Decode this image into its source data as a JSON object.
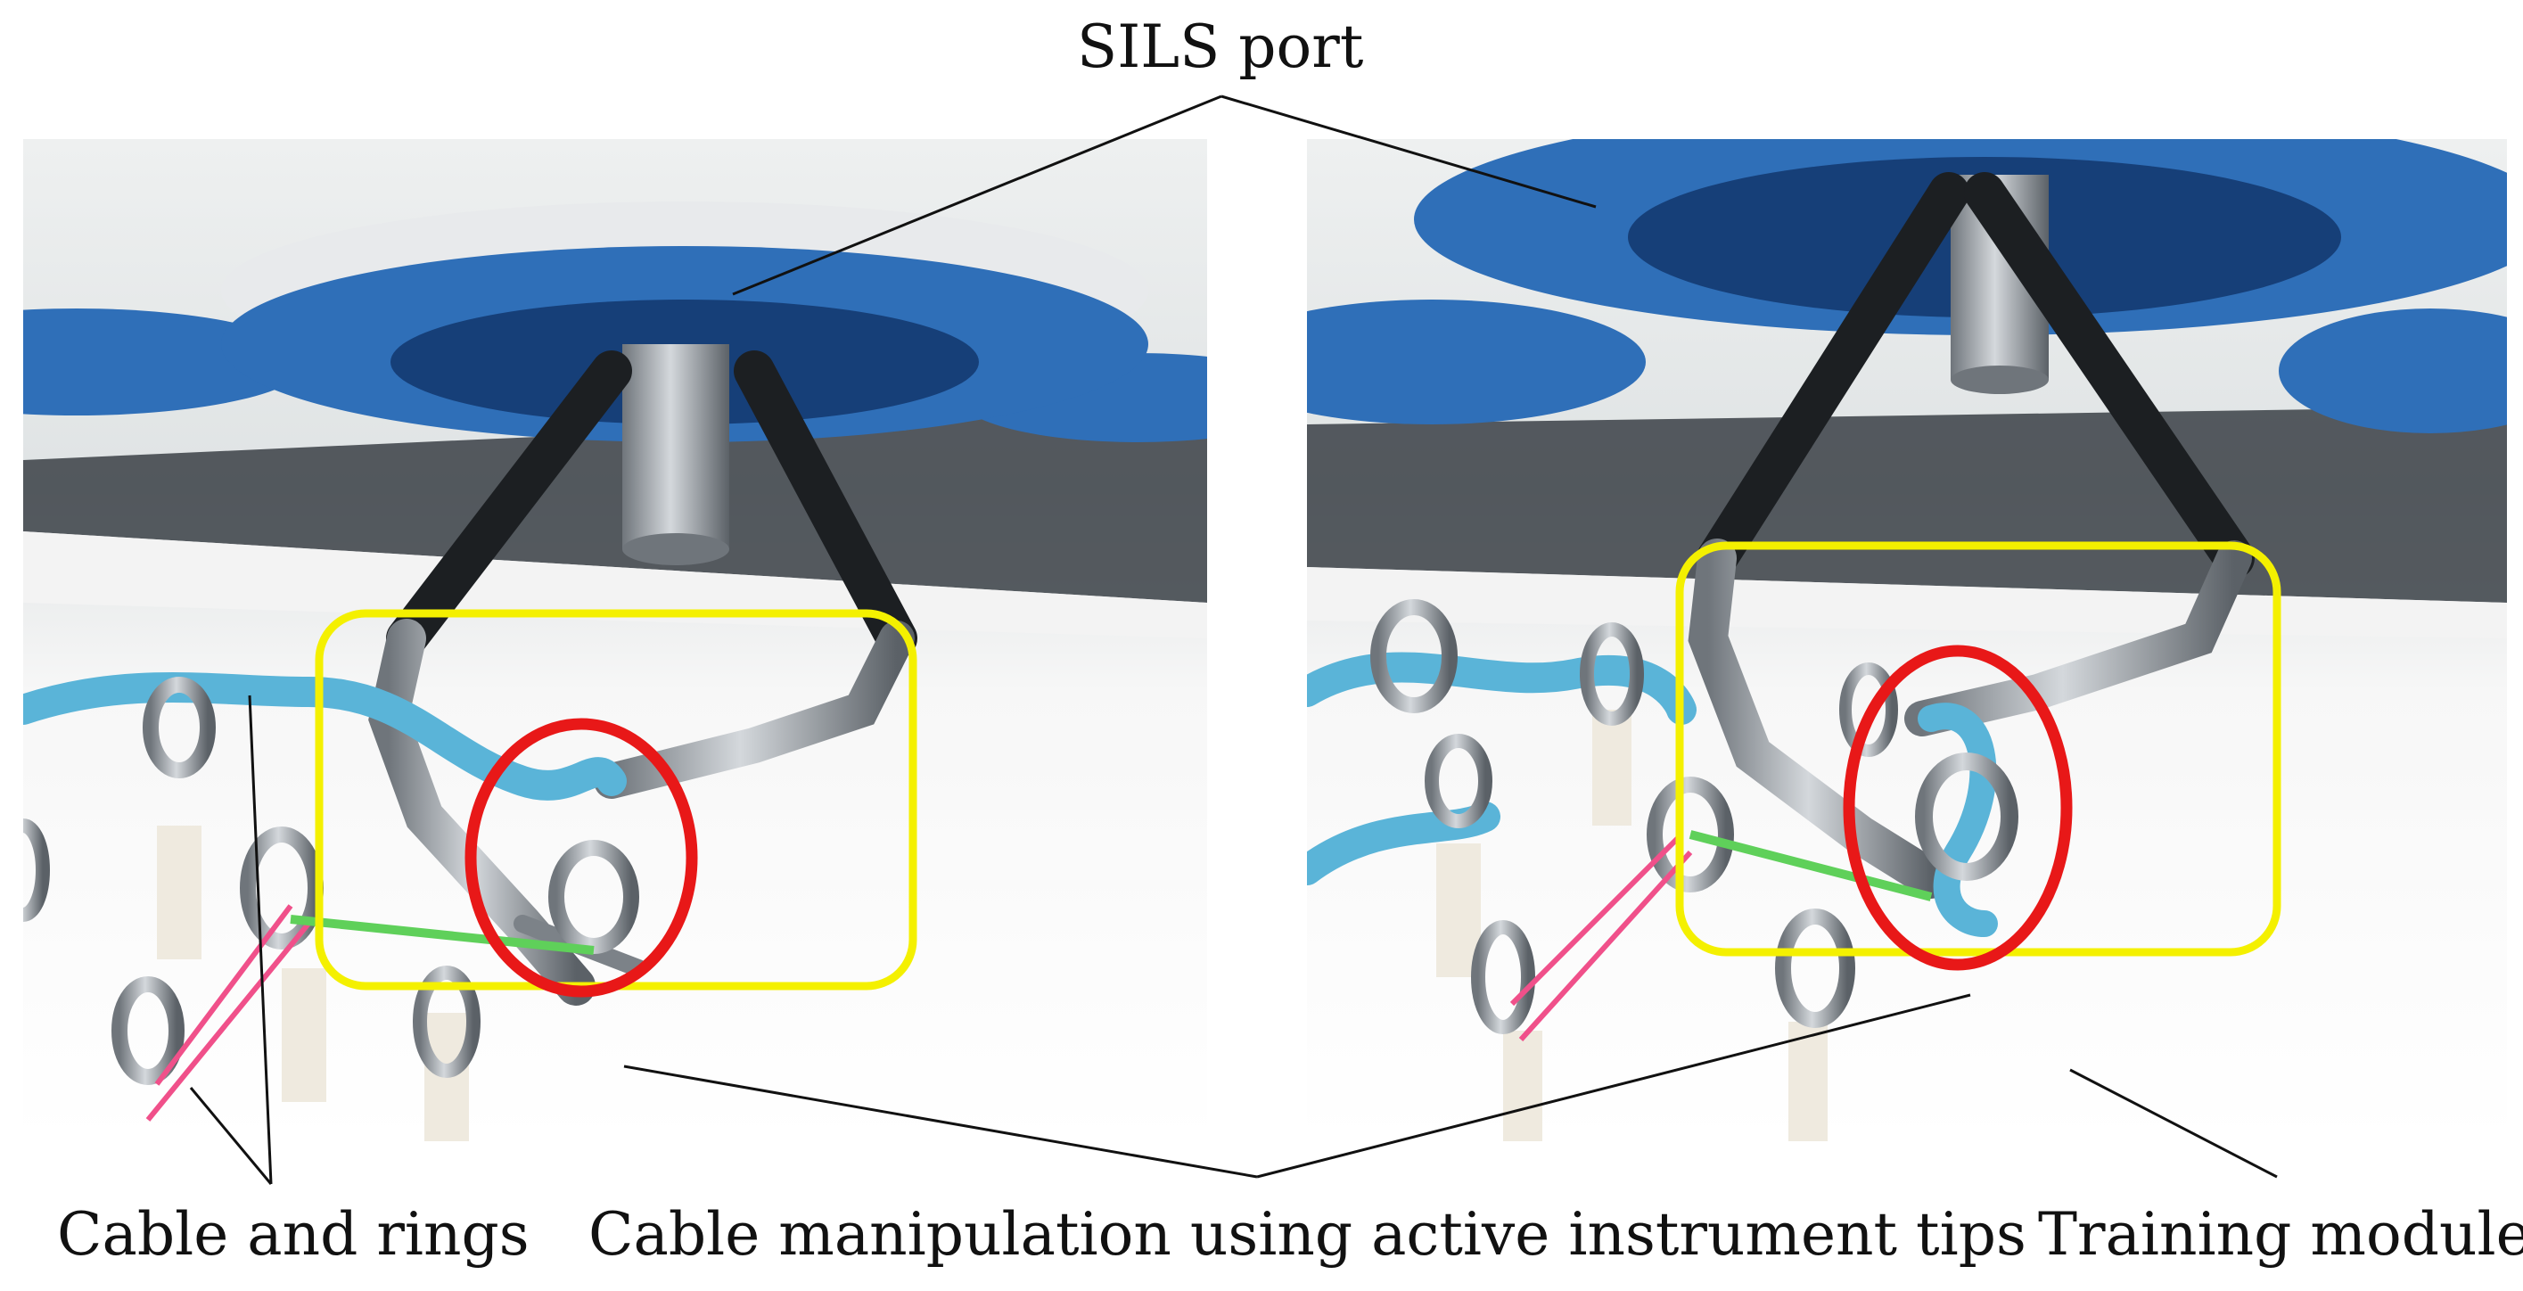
{
  "labels": {
    "sils_port": "SILS port",
    "cable_and_rings": "Cable and rings",
    "cable_manipulation": "Cable manipulation using active instrument tips",
    "training_module": "Training module"
  },
  "colors": {
    "background": "#ffffff",
    "port_blue": "#2f6fb8",
    "port_blue_dark": "#163f78",
    "highlight_yellow": "#f4f000",
    "highlight_red": "#e81818",
    "cable_teal": "#5ab4d8",
    "band_pink": "#f0508a",
    "band_green": "#5fd05a",
    "steel": "#9aa0a6",
    "leader_line": "#111111"
  },
  "icons": {
    "instrument": "articulated-instrument-icon",
    "camera": "endoscope-camera-icon",
    "ring": "eye-bolt-ring-icon"
  }
}
